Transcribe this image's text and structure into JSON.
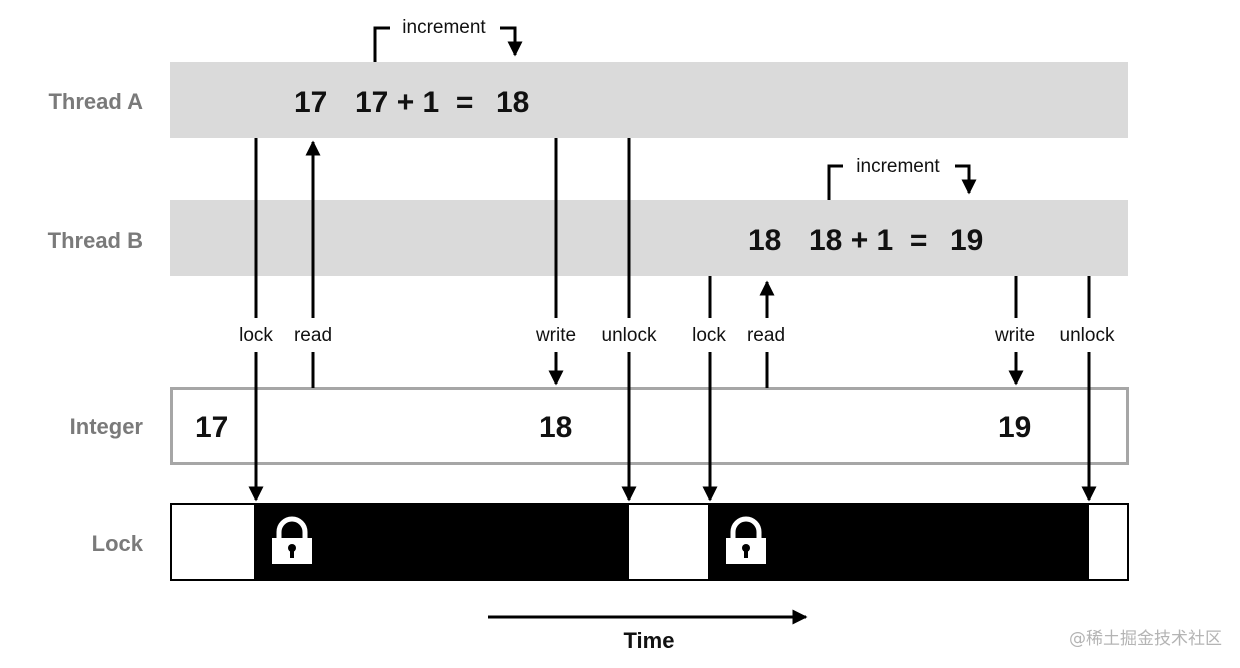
{
  "rows": {
    "thread_a": "Thread A",
    "thread_b": "Thread B",
    "integer": "Integer",
    "lock": "Lock"
  },
  "thread_a": {
    "read_value": "17",
    "expression": "17 + 1  =",
    "result": "18",
    "increment_label": "increment"
  },
  "thread_b": {
    "read_value": "18",
    "expression": "18 + 1  =",
    "result": "19",
    "increment_label": "increment"
  },
  "integer_values": {
    "initial": "17",
    "after_a": "18",
    "after_b": "19"
  },
  "operations_a": {
    "lock": "lock",
    "read": "read",
    "write": "write",
    "unlock": "unlock"
  },
  "operations_b": {
    "lock": "lock",
    "read": "read",
    "write": "write",
    "unlock": "unlock"
  },
  "time_label": "Time",
  "watermark": "@稀土掘金技术社区",
  "icons": {
    "lock_icon": "padlock-icon"
  },
  "colors": {
    "thread_band": "#dadada",
    "integer_border": "#a6a6a6",
    "locked": "#000000",
    "unlocked": "#ffffff"
  }
}
